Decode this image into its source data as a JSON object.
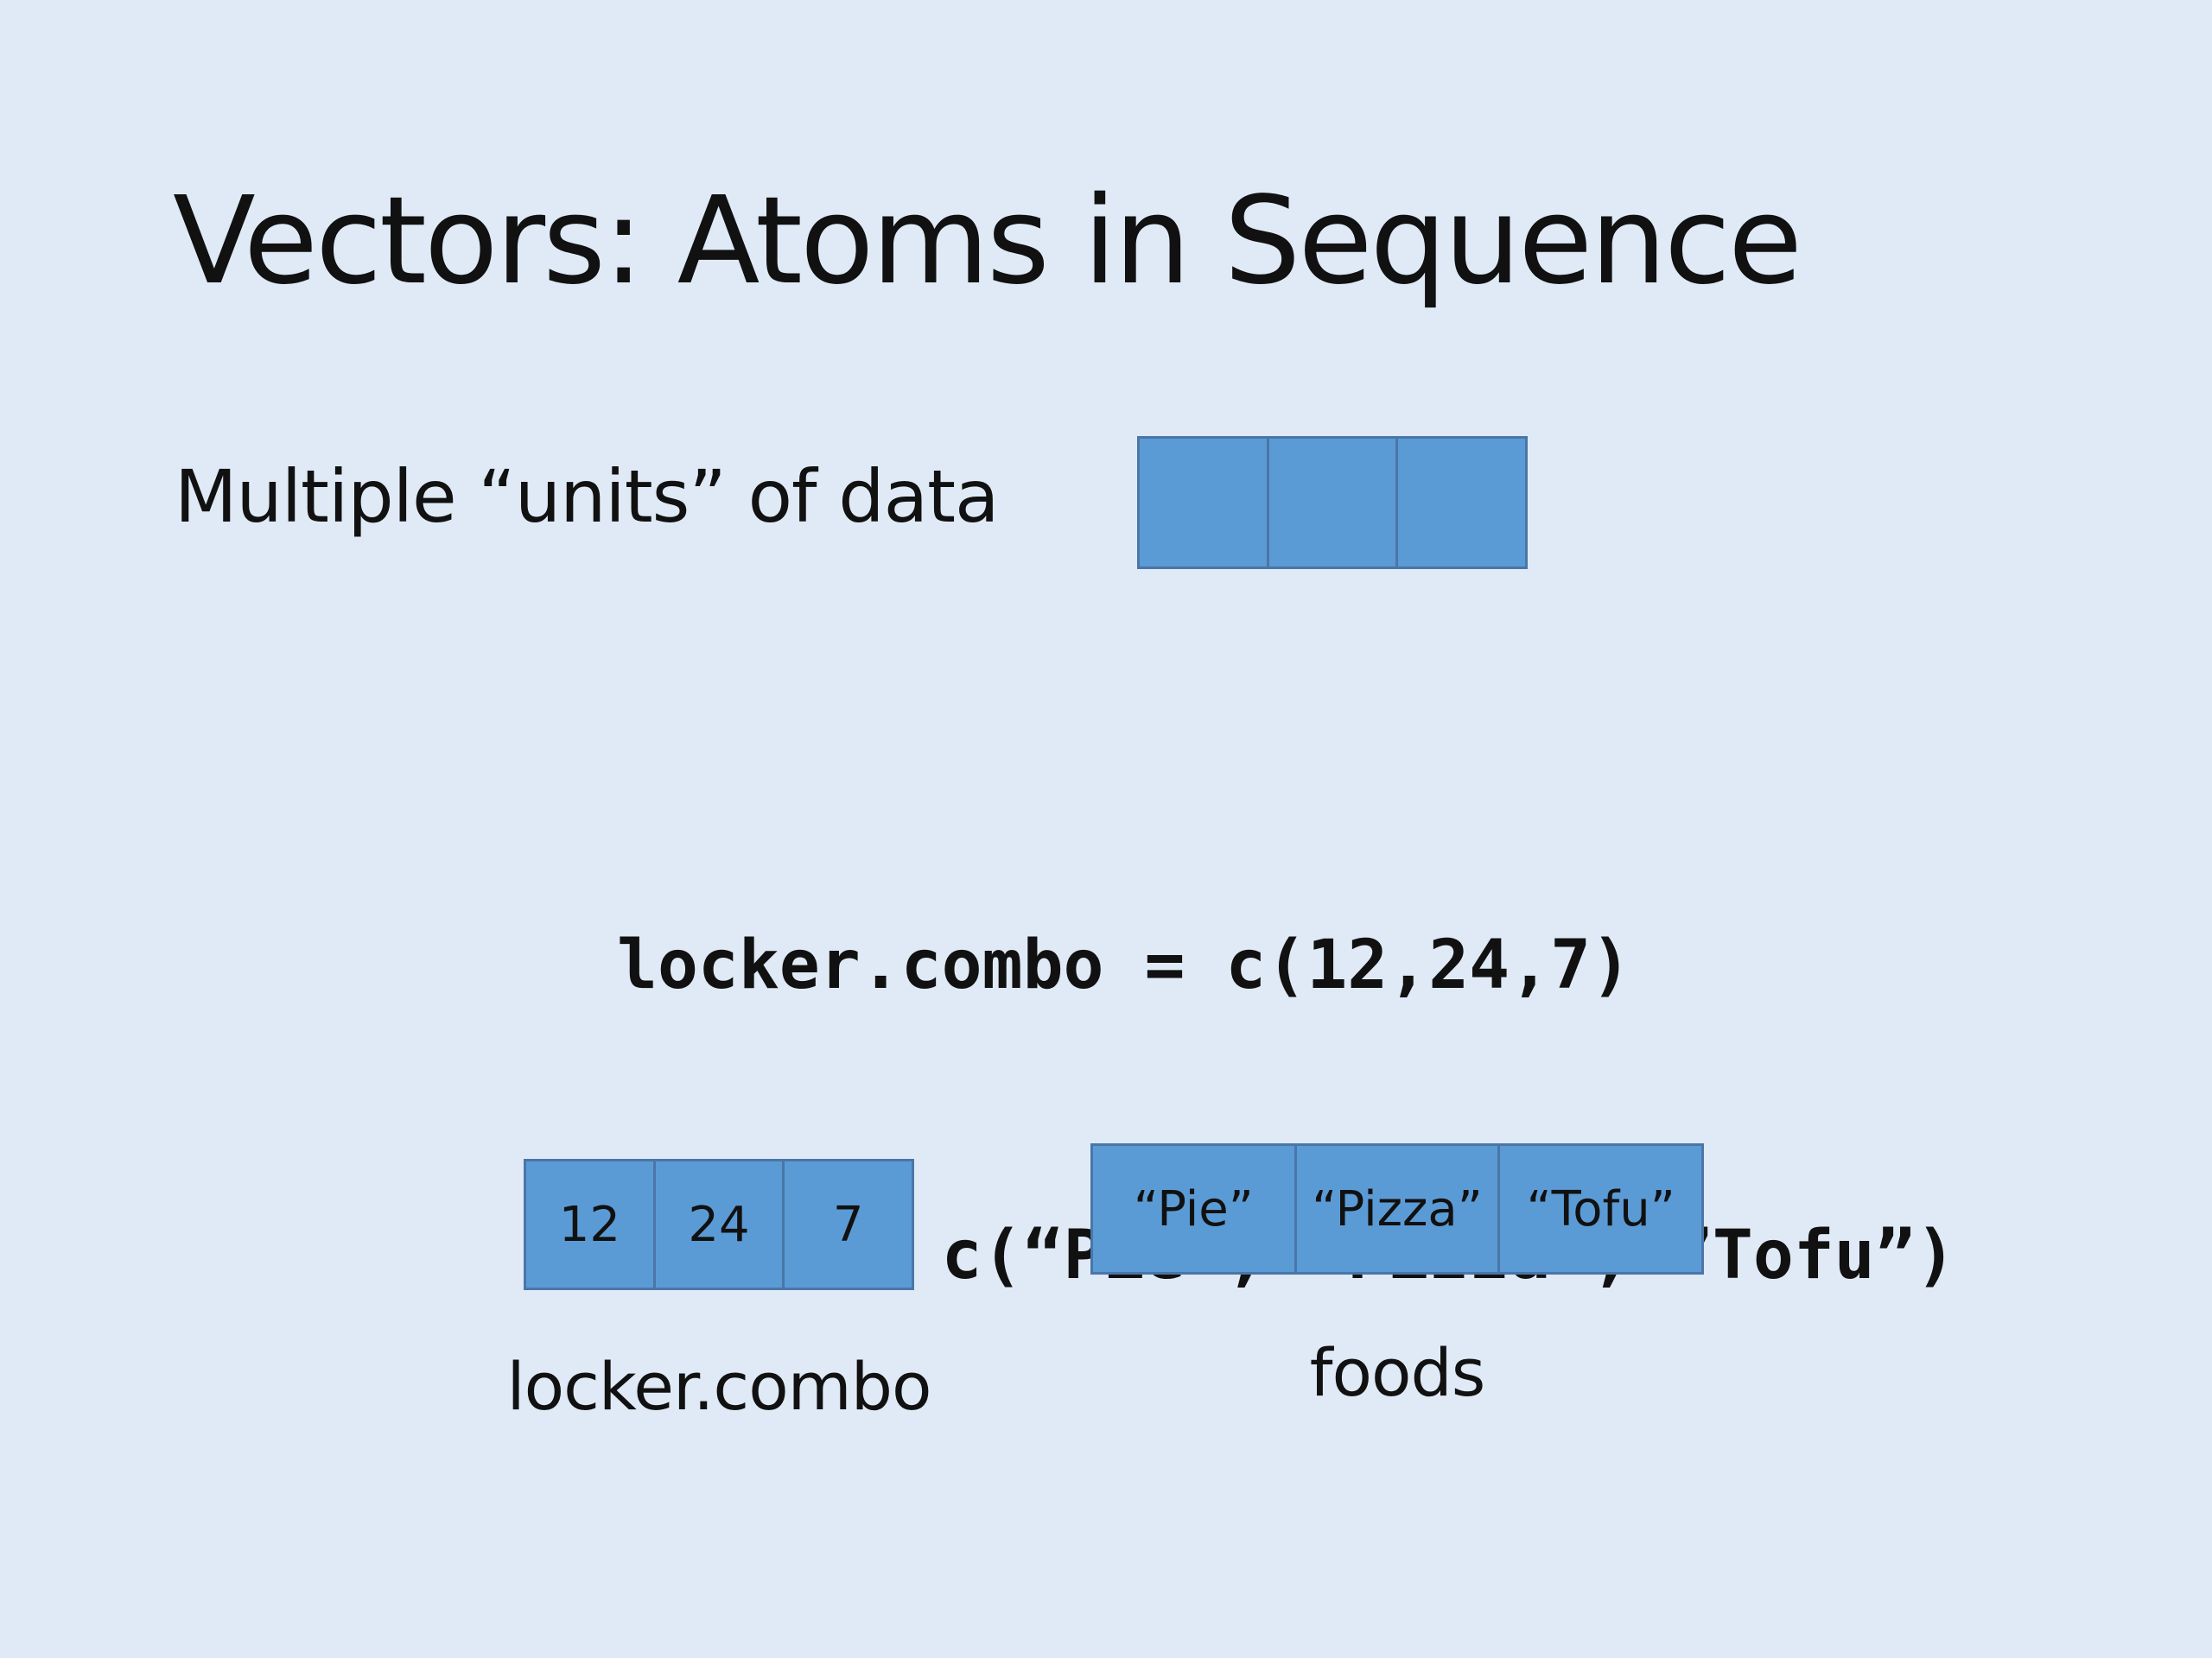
{
  "slide": {
    "title": "Vectors: Atoms in Sequence",
    "subtitle": "Multiple “units” of data",
    "code": [
      "locker.combo = c(12,24,7)",
      "foods = c(“Pie”, ”Pizza”, ”Tofu”)"
    ],
    "units_cells": [
      "",
      "",
      ""
    ],
    "combo": {
      "cells": [
        "12",
        "24",
        "7"
      ],
      "caption": "locker.combo"
    },
    "foods": {
      "cells": [
        "“Pie”",
        "“Pizza”",
        "“Tofu”"
      ],
      "caption": "foods"
    }
  },
  "colors": {
    "background": "#dfeaf6",
    "box_fill": "#5b9bd5",
    "box_border": "#4a76a8",
    "text": "#111111"
  }
}
